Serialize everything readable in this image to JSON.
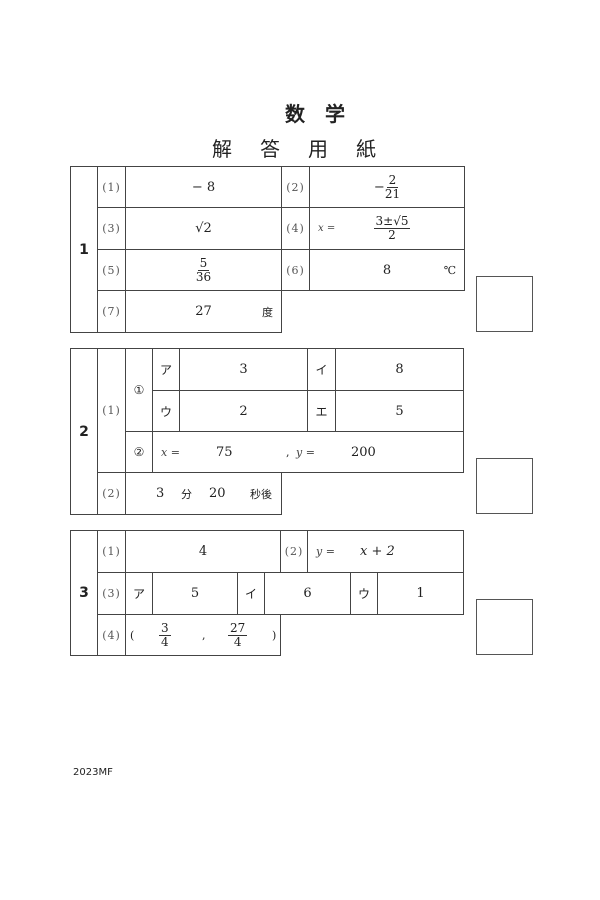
{
  "title": "数　学",
  "subtitle": "解　答　用　紙",
  "footer": "2023MF",
  "s1": {
    "num": "1",
    "q1": {
      "label": "(1)",
      "answer": "− 8"
    },
    "q2": {
      "label": "(2)",
      "sign": "−",
      "num": "2",
      "den": "21"
    },
    "q3": {
      "label": "(3)",
      "answer": "√2"
    },
    "q4": {
      "label": "(4)",
      "prefix": "x =",
      "num": "3±√5",
      "den": "2"
    },
    "q5": {
      "label": "(5)",
      "num": "5",
      "den": "36"
    },
    "q6": {
      "label": "(6)",
      "answer": "8",
      "unit": "℃"
    },
    "q7": {
      "label": "(7)",
      "answer": "27",
      "unit": "度"
    }
  },
  "s2": {
    "num": "2",
    "q1": {
      "label": "(1)",
      "c1": "①",
      "c2": "②",
      "a": {
        "label": "ア",
        "answer": "3"
      },
      "i": {
        "label": "イ",
        "answer": "8"
      },
      "u": {
        "label": "ウ",
        "answer": "2"
      },
      "e": {
        "label": "エ",
        "answer": "5"
      },
      "xlabel": "x =",
      "x": "75",
      "sep": ",",
      "ylabel": "y =",
      "y": "200"
    },
    "q2": {
      "label": "(2)",
      "min": "3",
      "min_unit": "分",
      "sec": "20",
      "sec_unit": "秒後"
    }
  },
  "s3": {
    "num": "3",
    "q1": {
      "label": "(1)",
      "answer": "4"
    },
    "q2": {
      "label": "(2)",
      "prefix": "y =",
      "answer": "x + 2"
    },
    "q3": {
      "label": "(3)",
      "a": {
        "label": "ア",
        "answer": "5"
      },
      "i": {
        "label": "イ",
        "answer": "6"
      },
      "u": {
        "label": "ウ",
        "answer": "1"
      }
    },
    "q4": {
      "label": "(4)",
      "open": "(",
      "xnum": "3",
      "xden": "4",
      "sep": ",",
      "ynum": "27",
      "yden": "4",
      "close": ")"
    }
  }
}
